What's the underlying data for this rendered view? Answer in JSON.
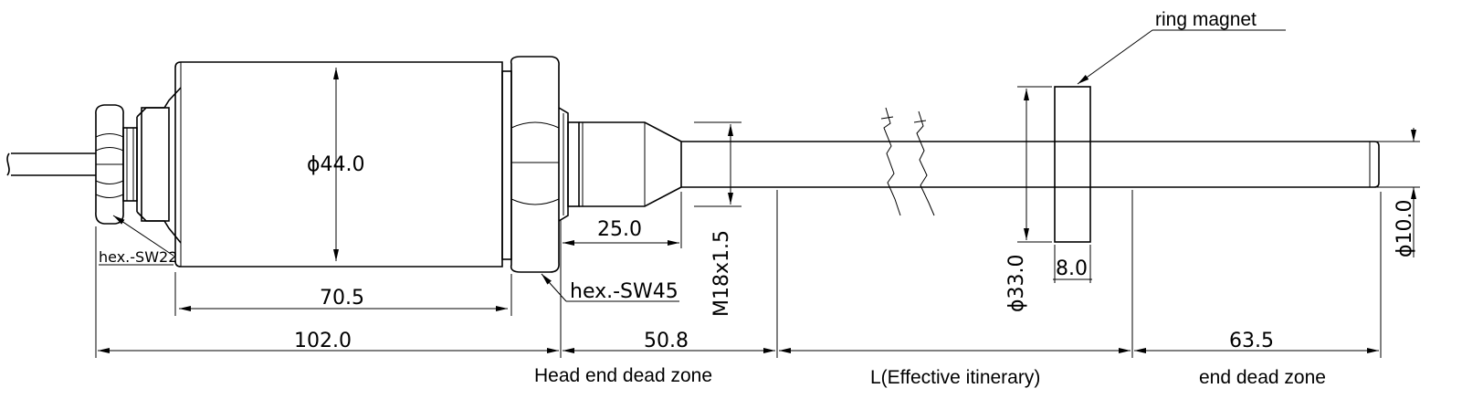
{
  "labels": {
    "ring_magnet": "ring magnet",
    "hex_sw22": "hex.-SW22",
    "hex_sw45": "hex.-SW45",
    "thread": "M18x1.5",
    "dia_body": "ϕ44.0",
    "dia_magnet": "ϕ33.0",
    "dia_rod": "ϕ10.0",
    "len_body": "70.5",
    "len_thread": "25.0",
    "len_head": "102.0",
    "len_head_dead": "50.8",
    "len_magnet": "8.0",
    "len_end_dead": "63.5"
  },
  "captions": {
    "head_dead_zone": "Head end dead zone",
    "effective": "L(Effective itinerary)",
    "end_dead_zone": "end dead zone"
  }
}
